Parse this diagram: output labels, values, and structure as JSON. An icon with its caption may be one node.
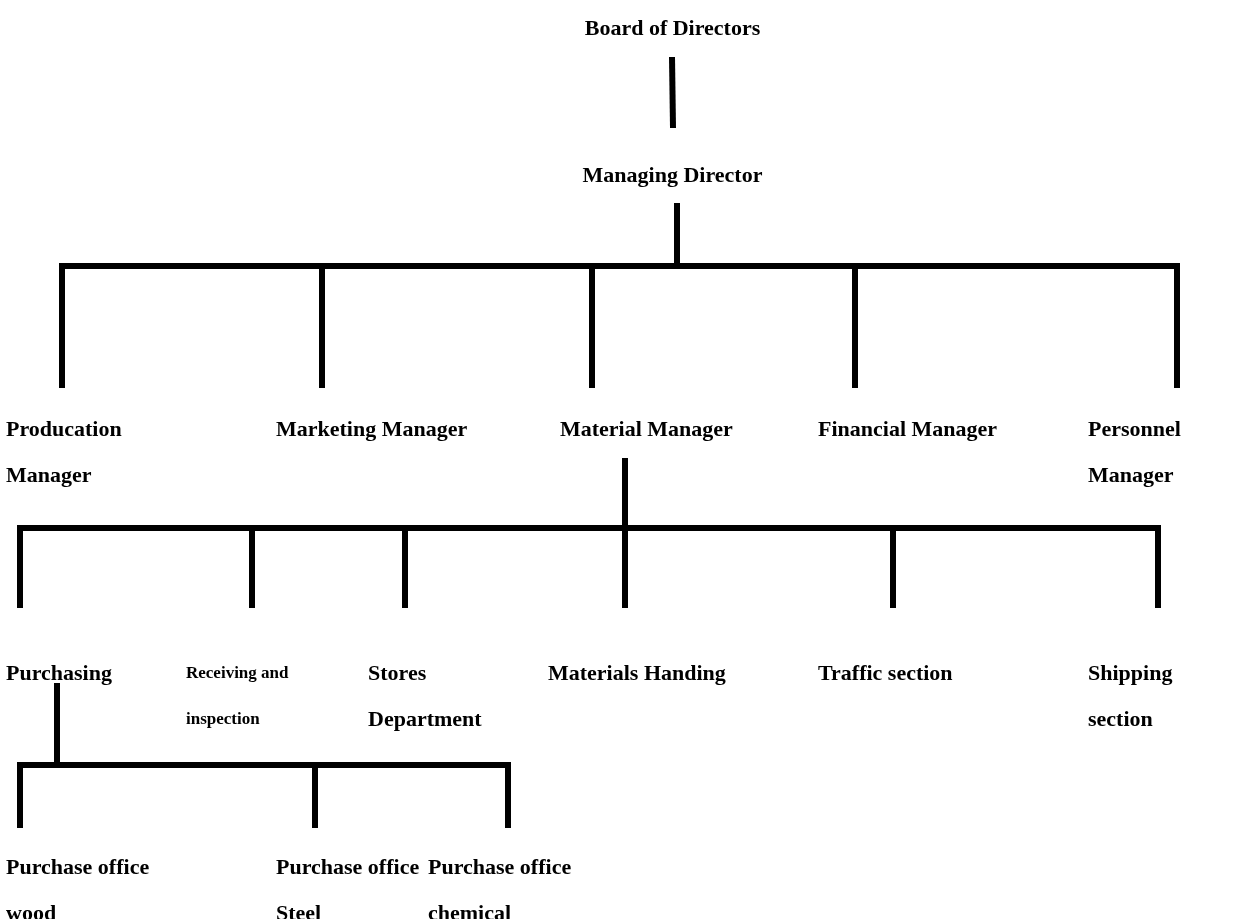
{
  "diagram": {
    "nodes": [
      {
        "text": [
          "Board of Directors"
        ]
      },
      {
        "text": [
          "Managing Director"
        ]
      },
      {
        "text": [
          "Producation Manager"
        ]
      },
      {
        "text": [
          "Marketing Manager"
        ]
      },
      {
        "text": [
          "Material Manager"
        ]
      },
      {
        "text": [
          "Financial Manager"
        ]
      },
      {
        "text": [
          "Personnel Manager"
        ]
      },
      {
        "text": [
          "Purchasing"
        ]
      },
      {
        "text": [
          "Receiving and inspection"
        ]
      },
      {
        "text": [
          "Stores Department"
        ]
      },
      {
        "text": [
          "Materials Handing"
        ]
      },
      {
        "text": [
          "Traffic section"
        ]
      },
      {
        "text": [
          "Shipping section"
        ]
      },
      {
        "text": [
          "Purchase office wood"
        ]
      },
      {
        "text": [
          "Purchase office Steel"
        ]
      },
      {
        "text": [
          "Purchase office chemical"
        ]
      }
    ],
    "edges": [
      {
        "from": 0,
        "to": 1,
        "arrow": "none"
      },
      {
        "from": 1,
        "to": 2,
        "arrow": "none"
      },
      {
        "from": 1,
        "to": 3,
        "arrow": "none"
      },
      {
        "from": 1,
        "to": 4,
        "arrow": "none"
      },
      {
        "from": 1,
        "to": 5,
        "arrow": "none"
      },
      {
        "from": 1,
        "to": 6,
        "arrow": "none"
      },
      {
        "from": 4,
        "to": 7,
        "arrow": "none"
      },
      {
        "from": 4,
        "to": 8,
        "arrow": "none"
      },
      {
        "from": 4,
        "to": 9,
        "arrow": "none"
      },
      {
        "from": 4,
        "to": 10,
        "arrow": "none"
      },
      {
        "from": 4,
        "to": 11,
        "arrow": "none"
      },
      {
        "from": 4,
        "to": 12,
        "arrow": "none"
      },
      {
        "from": 7,
        "to": 13,
        "arrow": "none"
      },
      {
        "from": 7,
        "to": 14,
        "arrow": "none"
      },
      {
        "from": 7,
        "to": 15,
        "arrow": "none"
      }
    ]
  }
}
